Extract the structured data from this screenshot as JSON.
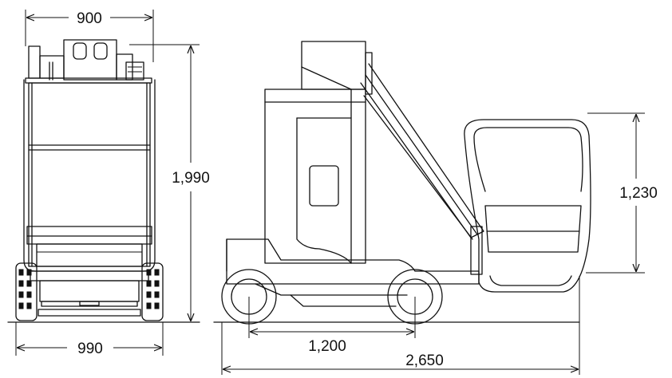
{
  "dimensions": {
    "front_top_width": "900",
    "front_height": "1,990",
    "front_base_width": "990",
    "side_platform_height": "1,230",
    "side_wheelbase": "1,200",
    "side_overall_length": "2,650"
  }
}
